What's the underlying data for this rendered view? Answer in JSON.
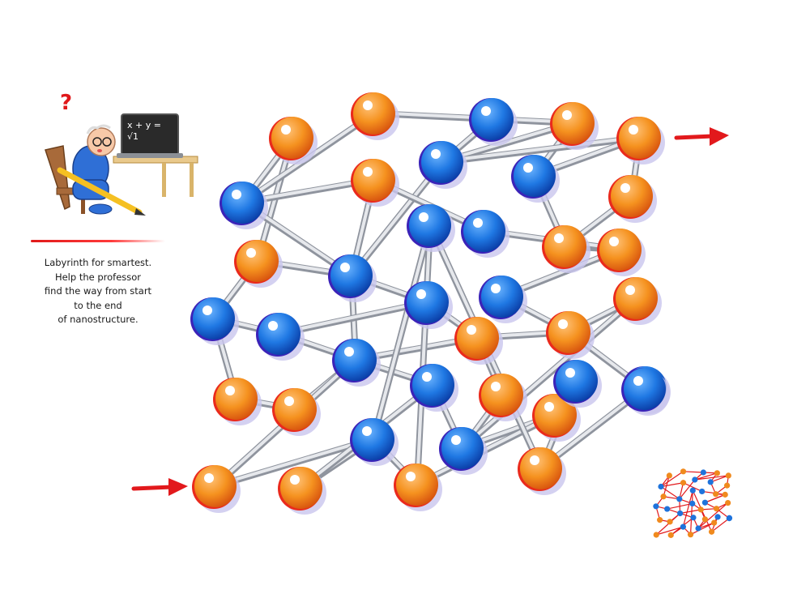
{
  "puzzle": {
    "caption_lines": [
      "Labyrinth for smartest.",
      "Help the professor",
      "find the way from start",
      "to the end",
      "of nanostructure."
    ],
    "question_mark": "?",
    "laptop_lines": [
      "x + y =",
      "√1"
    ],
    "stock_id": "471740714",
    "start_arrow_icon": "red-arrow-right-icon",
    "end_arrow_icon": "red-arrow-right-icon",
    "colors": {
      "blue_atom": "#1e73dc",
      "orange_atom": "#f08a1e",
      "bond": "#b8bcc6",
      "arrow": "#e2191c"
    }
  },
  "maze": {
    "atoms": [
      {
        "id": "a1",
        "c": "o"
      },
      {
        "id": "a2",
        "c": "o"
      },
      {
        "id": "a3",
        "c": "b"
      },
      {
        "id": "a4",
        "c": "o"
      },
      {
        "id": "a5",
        "c": "b"
      },
      {
        "id": "a6",
        "c": "b"
      },
      {
        "id": "a7",
        "c": "o"
      },
      {
        "id": "a8",
        "c": "b"
      },
      {
        "id": "a9",
        "c": "o"
      },
      {
        "id": "a10",
        "c": "o"
      },
      {
        "id": "a11",
        "c": "b"
      },
      {
        "id": "a12",
        "c": "b"
      },
      {
        "id": "a13",
        "c": "o"
      },
      {
        "id": "a14",
        "c": "o"
      },
      {
        "id": "a15",
        "c": "b"
      },
      {
        "id": "a16",
        "c": "b"
      },
      {
        "id": "a17",
        "c": "o"
      },
      {
        "id": "a18",
        "c": "b"
      },
      {
        "id": "a19",
        "c": "o"
      },
      {
        "id": "a20",
        "c": "o"
      },
      {
        "id": "a21",
        "c": "o"
      },
      {
        "id": "a22",
        "c": "b"
      },
      {
        "id": "a23",
        "c": "o"
      },
      {
        "id": "a24",
        "c": "b"
      },
      {
        "id": "a25",
        "c": "b"
      },
      {
        "id": "a26",
        "c": "o"
      },
      {
        "id": "a27",
        "c": "o"
      },
      {
        "id": "a28",
        "c": "b"
      },
      {
        "id": "a29",
        "c": "o"
      },
      {
        "id": "a30",
        "c": "b"
      },
      {
        "id": "a31",
        "c": "o"
      },
      {
        "id": "a32",
        "c": "b"
      },
      {
        "id": "a33",
        "c": "o"
      },
      {
        "id": "a34",
        "c": "o"
      },
      {
        "id": "a35",
        "c": "b"
      },
      {
        "id": "a36",
        "c": "o"
      },
      {
        "id": "a37",
        "c": "b"
      },
      {
        "id": "a38",
        "c": "b"
      }
    ],
    "bonds": [
      [
        "a1",
        "a5"
      ],
      [
        "a1",
        "a9"
      ],
      [
        "a2",
        "a3"
      ],
      [
        "a2",
        "a5"
      ],
      [
        "a3",
        "a4"
      ],
      [
        "a3",
        "a6"
      ],
      [
        "a4",
        "a8"
      ],
      [
        "a4",
        "a6"
      ],
      [
        "a5",
        "a12"
      ],
      [
        "a5",
        "a14"
      ],
      [
        "a6",
        "a7"
      ],
      [
        "a6",
        "a12"
      ],
      [
        "a7",
        "a10"
      ],
      [
        "a7",
        "a8"
      ],
      [
        "a8",
        "a13"
      ],
      [
        "a9",
        "a11"
      ],
      [
        "a9",
        "a12"
      ],
      [
        "a11",
        "a17"
      ],
      [
        "a11",
        "a16"
      ],
      [
        "a12",
        "a15"
      ],
      [
        "a12",
        "a22"
      ],
      [
        "a13",
        "a10"
      ],
      [
        "a13",
        "a20"
      ],
      [
        "a14",
        "a12"
      ],
      [
        "a14",
        "a18"
      ],
      [
        "a15",
        "a16"
      ],
      [
        "a15",
        "a23"
      ],
      [
        "a16",
        "a22"
      ],
      [
        "a17",
        "a19"
      ],
      [
        "a19",
        "a22"
      ],
      [
        "a20",
        "a24"
      ],
      [
        "a20",
        "a18"
      ],
      [
        "a21",
        "a22"
      ],
      [
        "a21",
        "a28"
      ],
      [
        "a22",
        "a23"
      ],
      [
        "a22",
        "a25"
      ],
      [
        "a23",
        "a27"
      ],
      [
        "a23",
        "a31"
      ],
      [
        "a24",
        "a20"
      ],
      [
        "a24",
        "a31"
      ],
      [
        "a25",
        "a30"
      ],
      [
        "a26",
        "a28"
      ],
      [
        "a26",
        "a25"
      ],
      [
        "a27",
        "a30"
      ],
      [
        "a28",
        "a35"
      ],
      [
        "a28",
        "a33"
      ],
      [
        "a29",
        "a30"
      ],
      [
        "a30",
        "a36"
      ],
      [
        "a31",
        "a29"
      ],
      [
        "a32",
        "a38"
      ],
      [
        "a33",
        "a36"
      ],
      [
        "a33",
        "a35"
      ],
      [
        "a34",
        "a38"
      ],
      [
        "a35",
        "a34"
      ],
      [
        "a36",
        "a37"
      ],
      [
        "a37",
        "a34"
      ],
      [
        "a38",
        "a31"
      ]
    ]
  }
}
